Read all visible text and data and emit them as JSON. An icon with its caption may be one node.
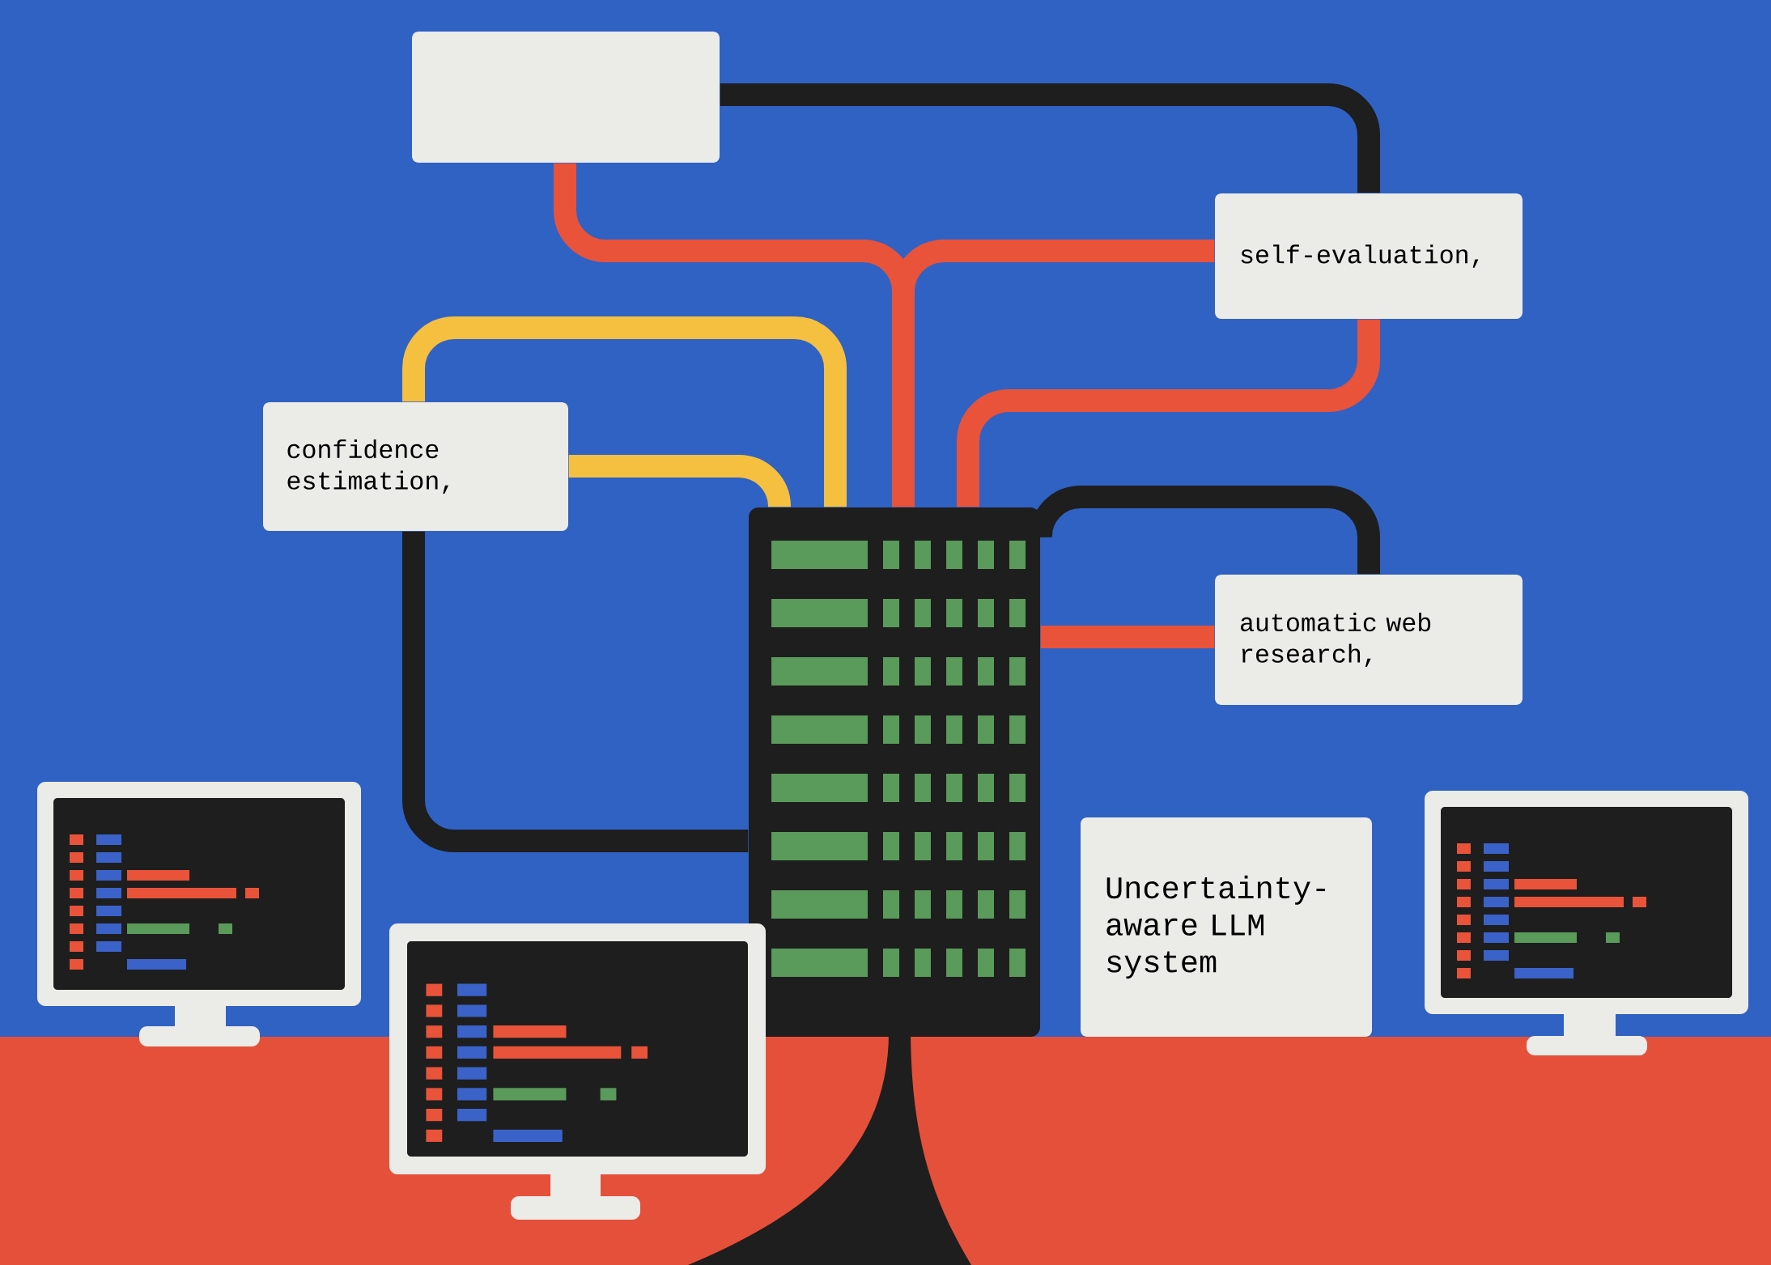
{
  "diagram": {
    "nodes": [
      {
        "text": [],
        "shape": "box"
      },
      {
        "text": [
          "self-evaluation,"
        ]
      },
      {
        "text": [
          "confidence estimation,"
        ]
      },
      {
        "text": [
          "automatic web research,"
        ]
      },
      {
        "text": [],
        "shape": "picture"
      },
      {
        "text": [
          "Uncertainty-aware LLM system"
        ]
      }
    ],
    "edges": [
      {
        "from": 0,
        "to": 1,
        "arrow": "none",
        "color": "#1e1e1e"
      },
      {
        "from": 0,
        "to": 4,
        "arrow": "none"
      },
      {
        "from": 1,
        "to": 4,
        "arrow": "none"
      },
      {
        "from": 1,
        "to": 4,
        "arrow": "none"
      },
      {
        "from": 2,
        "to": 4,
        "arrow": "none",
        "color": "#f5c040"
      },
      {
        "from": 2,
        "to": 4,
        "arrow": "none",
        "color": "#f5c040"
      },
      {
        "from": 2,
        "to": 4,
        "arrow": "none",
        "color": "#1e1e1e"
      },
      {
        "from": 3,
        "to": 4,
        "arrow": "none",
        "color": "#1e1e1e"
      },
      {
        "from": 3,
        "to": 4,
        "arrow": "none"
      }
    ]
  }
}
